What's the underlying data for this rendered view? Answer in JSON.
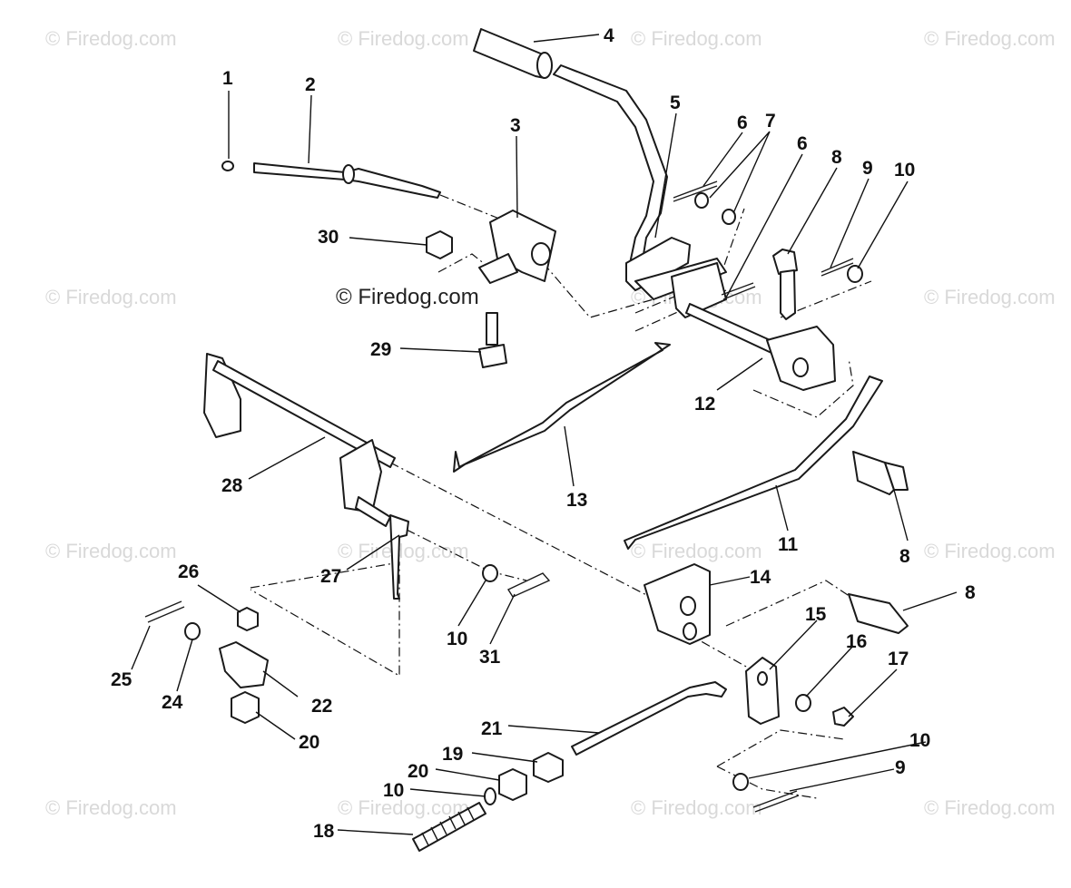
{
  "watermark_text": "© Firedog.com",
  "watermark_tiles": [
    "© Firedog.com",
    "© Firedog.com",
    "© Firedog.com",
    "© Firedog.com",
    "© Firedog.com",
    "© Firedog.com",
    "© Firedog.com",
    "© Firedog.com",
    "© Firedog.com",
    "© Firedog.com",
    "© Firedog.com",
    "© Firedog.com",
    "© Firedog.com",
    "© Firedog.com",
    "© Firedog.com"
  ],
  "main_watermark": "© Firedog.com",
  "callouts": [
    {
      "id": "1",
      "text": "1"
    },
    {
      "id": "2",
      "text": "2"
    },
    {
      "id": "3",
      "text": "3"
    },
    {
      "id": "4",
      "text": "4"
    },
    {
      "id": "5",
      "text": "5"
    },
    {
      "id": "6a",
      "text": "6"
    },
    {
      "id": "7",
      "text": "7"
    },
    {
      "id": "6b",
      "text": "6"
    },
    {
      "id": "8a",
      "text": "8"
    },
    {
      "id": "9a",
      "text": "9"
    },
    {
      "id": "10a",
      "text": "10"
    },
    {
      "id": "30",
      "text": "30"
    },
    {
      "id": "29",
      "text": "29"
    },
    {
      "id": "12",
      "text": "12"
    },
    {
      "id": "13",
      "text": "13"
    },
    {
      "id": "28",
      "text": "28"
    },
    {
      "id": "11",
      "text": "11"
    },
    {
      "id": "8b",
      "text": "8"
    },
    {
      "id": "26",
      "text": "26"
    },
    {
      "id": "27",
      "text": "27"
    },
    {
      "id": "14",
      "text": "14"
    },
    {
      "id": "8c",
      "text": "8"
    },
    {
      "id": "15",
      "text": "15"
    },
    {
      "id": "16",
      "text": "16"
    },
    {
      "id": "17",
      "text": "17"
    },
    {
      "id": "25",
      "text": "25"
    },
    {
      "id": "24",
      "text": "24"
    },
    {
      "id": "10b",
      "text": "10"
    },
    {
      "id": "31",
      "text": "31"
    },
    {
      "id": "22",
      "text": "22"
    },
    {
      "id": "20a",
      "text": "20"
    },
    {
      "id": "21",
      "text": "21"
    },
    {
      "id": "19",
      "text": "19"
    },
    {
      "id": "20b",
      "text": "20"
    },
    {
      "id": "10c",
      "text": "10"
    },
    {
      "id": "10d",
      "text": "10"
    },
    {
      "id": "9b",
      "text": "9"
    },
    {
      "id": "18",
      "text": "18"
    }
  ]
}
